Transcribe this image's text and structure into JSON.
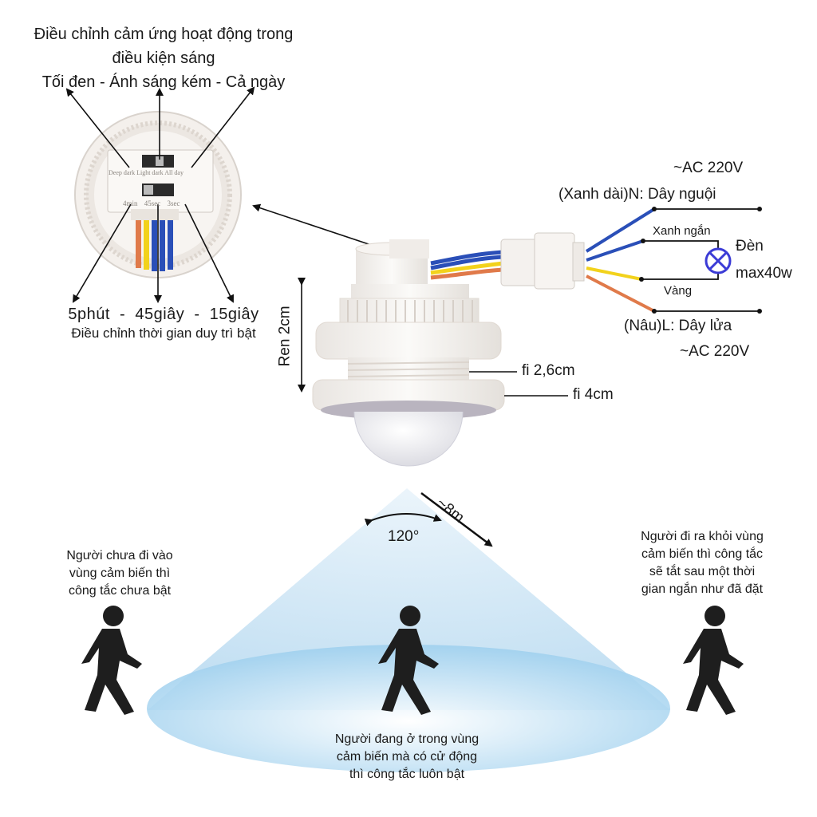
{
  "top_label": {
    "line1": "Điều chỉnh cảm ứng hoạt động trong",
    "line2": "điều kiện sáng",
    "line3": "Tối đen - Ánh sáng kém - Cả ngày"
  },
  "sensor_face": {
    "light_labels": [
      "Deep dark",
      "Light dark",
      "All day"
    ],
    "time_labels": [
      "4min",
      "45sec",
      "3sec"
    ]
  },
  "time_label": {
    "line1": "5phút  -  45giây  -  15giây",
    "line2": "Điều chỉnh thời gian duy trì bật"
  },
  "wiring": {
    "ac_top": "~AC 220V",
    "neutral": "(Xanh dài)N: Dây nguội",
    "short_blue": "Xanh ngắn",
    "lamp_line1": "Đèn",
    "lamp_line2": "max40w",
    "yellow": "Vàng",
    "live": "(Nâu)L: Dây lửa",
    "ac_bottom": "~AC 220V"
  },
  "dimensions": {
    "thread": "Ren 2cm",
    "inner_diameter": "fi 2,6cm",
    "outer_diameter": "fi 4cm"
  },
  "coverage": {
    "distance": "~8m",
    "angle": "120°"
  },
  "people": {
    "left": [
      "Người chưa đi vào",
      "vùng cảm biến thì",
      "công tắc chưa bật"
    ],
    "center": [
      "Người đang ở trong vùng",
      "cảm biến mà có cử động",
      "thì công tắc luôn bật"
    ],
    "right": [
      "Người đi ra khỏi vùng",
      "cảm biến thì công tắc",
      "sẽ tắt sau một thời",
      "gian ngắn như đã đặt"
    ]
  },
  "colors": {
    "wire_blue": "#2a4fb8",
    "wire_yellow": "#f2d21c",
    "wire_brown": "#e07a4a",
    "cone": "#cfe6f5",
    "lamp": "#3b3bd6"
  }
}
